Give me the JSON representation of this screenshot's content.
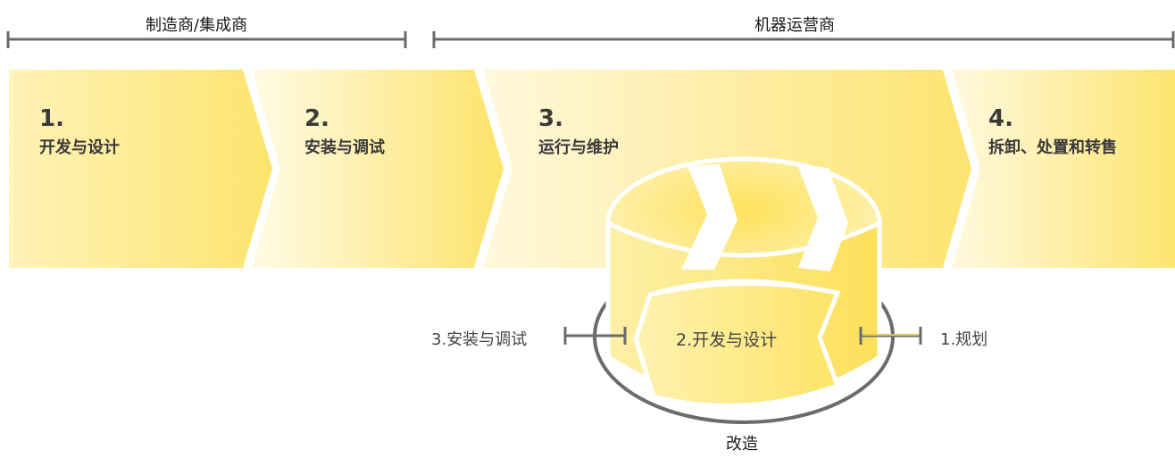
{
  "header": {
    "manufacturer": "制造商/集成商",
    "operator": "机器运营商"
  },
  "phases": [
    {
      "number": "1.",
      "title": "开发与设计"
    },
    {
      "number": "2.",
      "title": "安装与调试"
    },
    {
      "number": "3.",
      "title": "运行与维护"
    },
    {
      "number": "4.",
      "title": "拆卸、处置和转售"
    }
  ],
  "retrofit": {
    "label": "改造",
    "step1": "1.规划",
    "step2": "2.开发与设计",
    "step3": "3.安装与调试"
  },
  "colors": {
    "line": "#6b6b6b",
    "yellow_light": "#fff6cc",
    "yellow_dark": "#fde36a",
    "text": "#3a3a3a"
  }
}
